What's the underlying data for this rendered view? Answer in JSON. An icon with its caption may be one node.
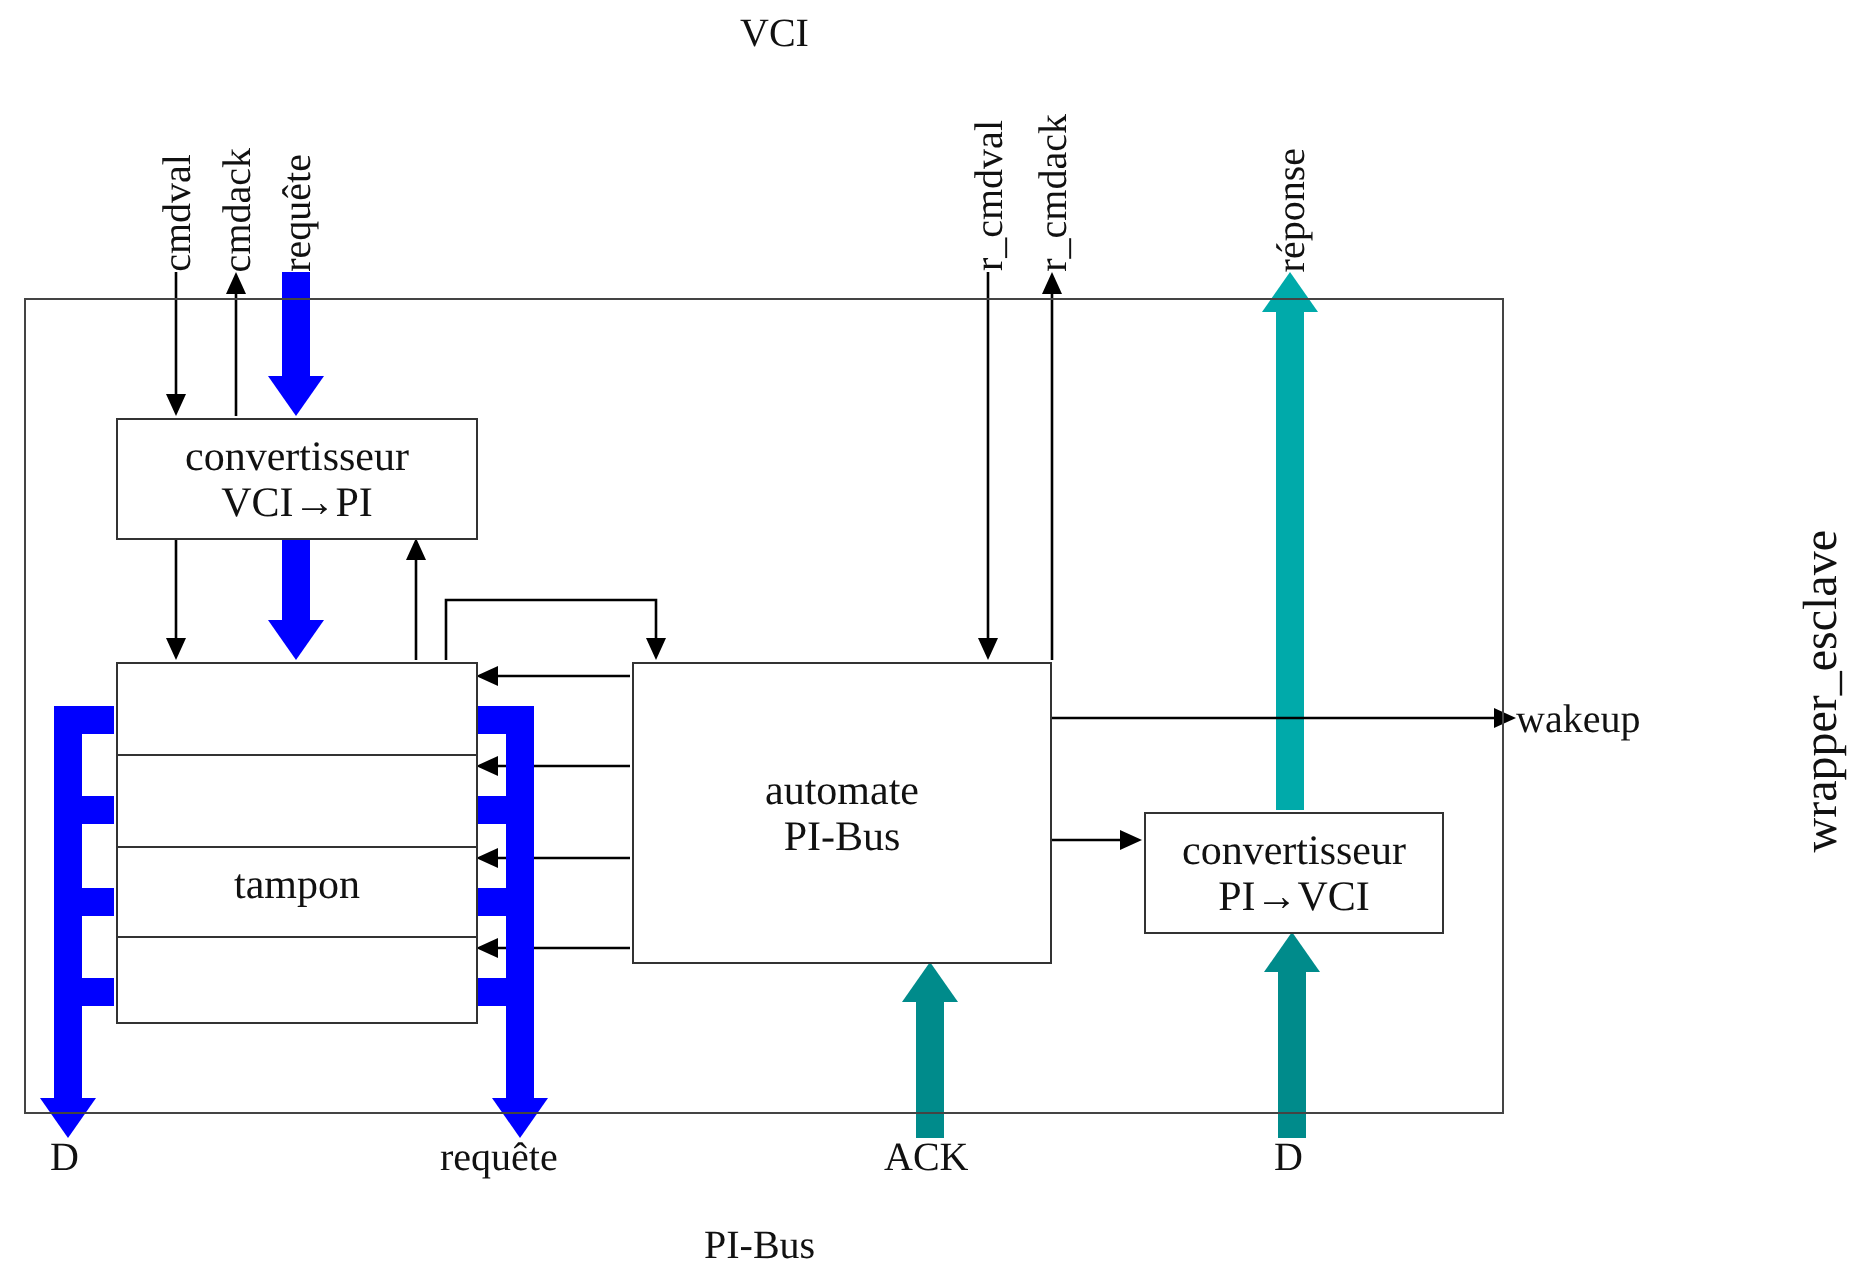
{
  "diagram": {
    "nodes": [
      {
        "text": [],
        "shape": "box"
      },
      {
        "text": [
          "convertisseur VCI→PI"
        ],
        "in": 0
      },
      {
        "text": [
          "tampon"
        ],
        "in": 0
      },
      {
        "text": [
          "automate PI-Bus"
        ],
        "in": 0
      },
      {
        "text": [
          "convertisseur PI→VCI"
        ],
        "in": 0
      },
      {
        "text": [
          "cmdval"
        ]
      },
      {
        "text": [
          "cmdack"
        ]
      },
      {
        "text": [
          "requête"
        ]
      },
      {
        "text": [
          "r_cmdval"
        ]
      },
      {
        "text": [
          "r_cmdack"
        ]
      },
      {
        "text": [
          "réponse"
        ]
      },
      {
        "text": [
          "wakeup"
        ]
      },
      {
        "text": [
          "D"
        ]
      },
      {
        "text": [
          "requête"
        ]
      },
      {
        "text": [
          "ACK"
        ]
      },
      {
        "text": [
          "D"
        ]
      }
    ],
    "edges": [
      {
        "from": 5,
        "to": 1,
        "arrow": "to"
      },
      {
        "from": 1,
        "to": 6,
        "arrow": "to"
      },
      {
        "from": 7,
        "to": 1,
        "arrow": "to",
        "style": "thick",
        "color": "#0000ff"
      },
      {
        "from": 1,
        "to": 2,
        "arrow": "to"
      },
      {
        "from": 1,
        "to": 2,
        "arrow": "to",
        "style": "thick",
        "color": "#0000ff"
      },
      {
        "from": 2,
        "to": 1,
        "arrow": "to"
      },
      {
        "from": 2,
        "to": 3,
        "arrow": "to"
      },
      {
        "from": 3,
        "to": 2,
        "arrow": "to"
      },
      {
        "from": 3,
        "to": 2,
        "arrow": "to"
      },
      {
        "from": 3,
        "to": 2,
        "arrow": "to"
      },
      {
        "from": 3,
        "to": 2,
        "arrow": "to"
      },
      {
        "from": 8,
        "to": 3,
        "arrow": "to"
      },
      {
        "from": 3,
        "to": 9,
        "arrow": "to"
      },
      {
        "from": 4,
        "to": 10,
        "arrow": "to",
        "style": "thick",
        "color": "#00aaaa"
      },
      {
        "from": 3,
        "to": 11,
        "arrow": "to"
      },
      {
        "from": 3,
        "to": 4,
        "arrow": "to"
      },
      {
        "from": 14,
        "to": 3,
        "arrow": "to",
        "style": "thick",
        "color": "#008b8b"
      },
      {
        "from": 15,
        "to": 4,
        "arrow": "to",
        "style": "thick",
        "color": "#008b8b"
      },
      {
        "from": 2,
        "to": 12,
        "arrow": "to",
        "style": "thick",
        "color": "#0000ff"
      },
      {
        "from": 2,
        "to": 13,
        "arrow": "to",
        "style": "thick",
        "color": "#0000ff"
      }
    ],
    "labels": [
      "VCI",
      "wrapper_esclave",
      "PI-Bus"
    ]
  }
}
